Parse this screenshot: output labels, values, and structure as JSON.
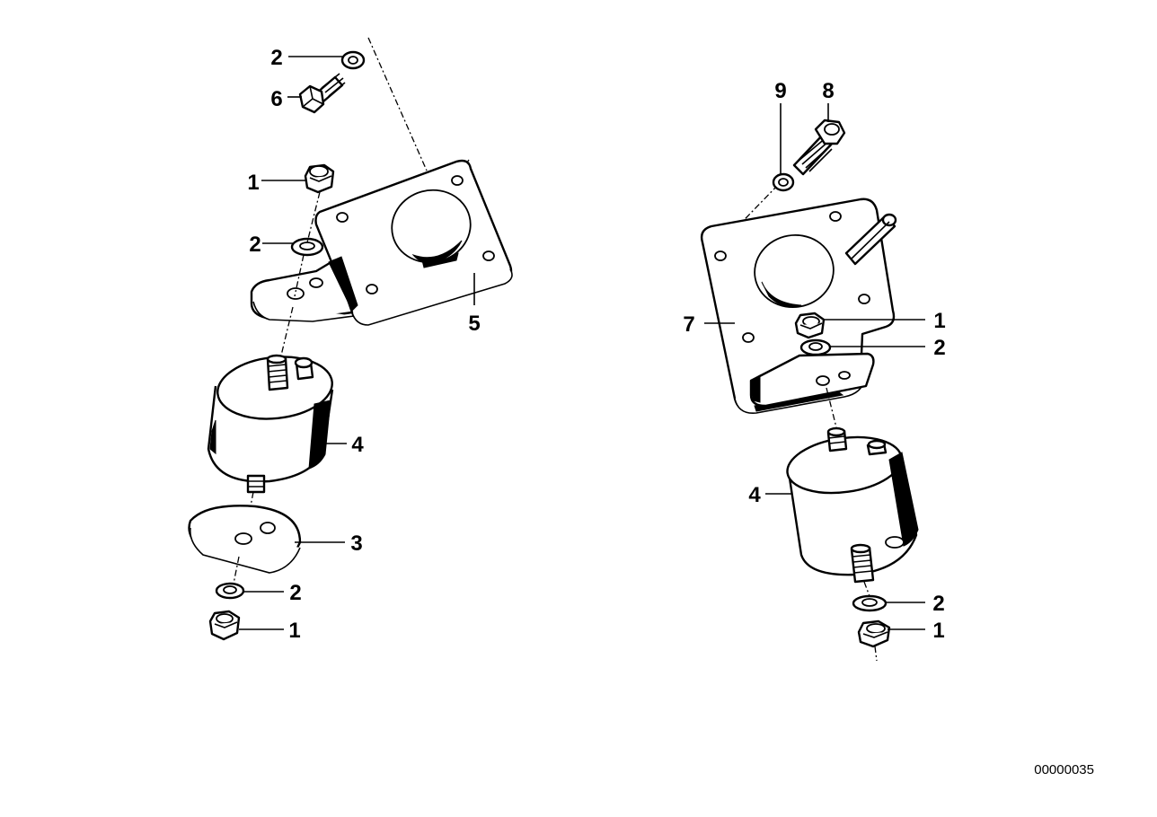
{
  "diagram": {
    "callouts_left": {
      "washer_top": "2",
      "bolt": "6",
      "nut_upper": "1",
      "washer_upper": "2",
      "bracket": "5",
      "rubber_mount": "4",
      "plate": "3",
      "washer_lower": "2",
      "nut_lower": "1"
    },
    "callouts_right": {
      "washer": "9",
      "bolt": "8",
      "bracket": "7",
      "nut_upper": "1",
      "washer_upper": "2",
      "rubber_mount": "4",
      "washer_lower": "2",
      "nut_lower": "1"
    },
    "document_id": "00000035"
  }
}
